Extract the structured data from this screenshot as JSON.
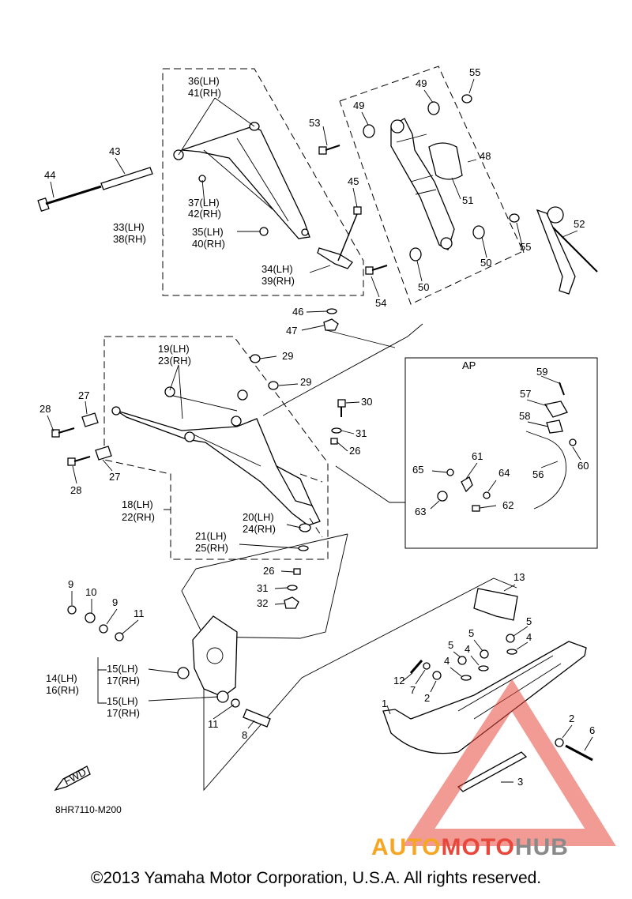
{
  "labels": {
    "p36_41": [
      "36(LH)",
      "41(RH)"
    ],
    "p43": "43",
    "p44": "44",
    "p37_42": [
      "37(LH)",
      "42(RH)"
    ],
    "p33_38": [
      "33(LH)",
      "38(RH)"
    ],
    "p35_40": [
      "35(LH)",
      "40(RH)"
    ],
    "p34_39": [
      "34(LH)",
      "39(RH)"
    ],
    "p45": "45",
    "p46": "46",
    "p47": "47",
    "p53": "53",
    "p49a": "49",
    "p49b": "49",
    "p55a": "55",
    "p48": "48",
    "p51": "51",
    "p52": "52",
    "p55b": "55",
    "p50a": "50",
    "p50b": "50",
    "p54": "54",
    "p19_23": [
      "19(LH)",
      "23(RH)"
    ],
    "p29a": "29",
    "p29b": "29",
    "p27a": "27",
    "p28a": "28",
    "p27b": "27",
    "p28b": "28",
    "p30": "30",
    "p31a": "31",
    "p26a": "26",
    "p18_22": [
      "18(LH)",
      "22(RH)"
    ],
    "p20_24": [
      "20(LH)",
      "24(RH)"
    ],
    "p21_25": [
      "21(LH)",
      "25(RH)"
    ],
    "p26b": "26",
    "p31b": "31",
    "p32": "32",
    "ap": "AP",
    "p59": "59",
    "p57": "57",
    "p58": "58",
    "p60": "60",
    "p56": "56",
    "p61": "61",
    "p65": "65",
    "p64": "64",
    "p63": "63",
    "p62": "62",
    "p9a": "9",
    "p10": "10",
    "p9b": "9",
    "p11a": "11",
    "p14_16": [
      "14(LH)",
      "16(RH)"
    ],
    "p15_17a": [
      "15(LH)",
      "17(RH)"
    ],
    "p15_17b": [
      "15(LH)",
      "17(RH)"
    ],
    "p11b": "11",
    "p8": "8",
    "p13": "13",
    "p5a": "5",
    "p4a": "4",
    "p5b": "5",
    "p5c": "5",
    "p4b": "4",
    "p4c": "4",
    "p12": "12",
    "p7": "7",
    "p2a": "2",
    "p1": "1",
    "p2b": "2",
    "p6": "6",
    "p3": "3"
  },
  "fwd_label": "FWD",
  "drawing_code": "8HR7110-M200",
  "copyright": "©2013 Yamaha Motor Corporation, U.S.A. All rights reserved.",
  "watermark": {
    "part1": "AUTO",
    "part2": "MOTO",
    "part3": "HUB",
    "color_auto": "#f5a623",
    "color_moto": "#e8473c",
    "color_hub": "#8a8a8a",
    "triangle_color": "#e8473c"
  }
}
